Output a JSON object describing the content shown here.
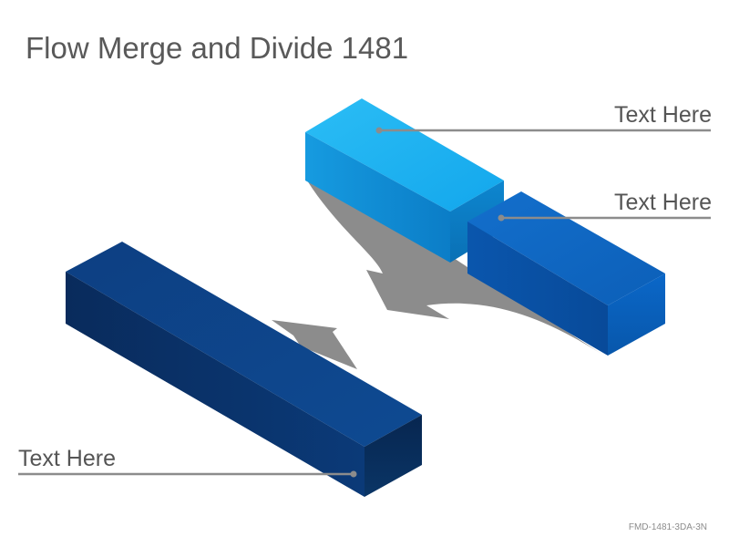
{
  "title": "Flow Merge and Divide 1481",
  "labels": {
    "top_block": "Text Here",
    "middle_block": "Text Here",
    "bottom_block": "Text Here"
  },
  "footer_code": "FMD-1481-3DA-3N",
  "colors": {
    "light_block": "#12a6ea",
    "mid_block": "#0a5cb4",
    "dark_block": "#0b3e80",
    "arrow": "#8c8c8c",
    "leader_line": "#8c8c8c"
  }
}
